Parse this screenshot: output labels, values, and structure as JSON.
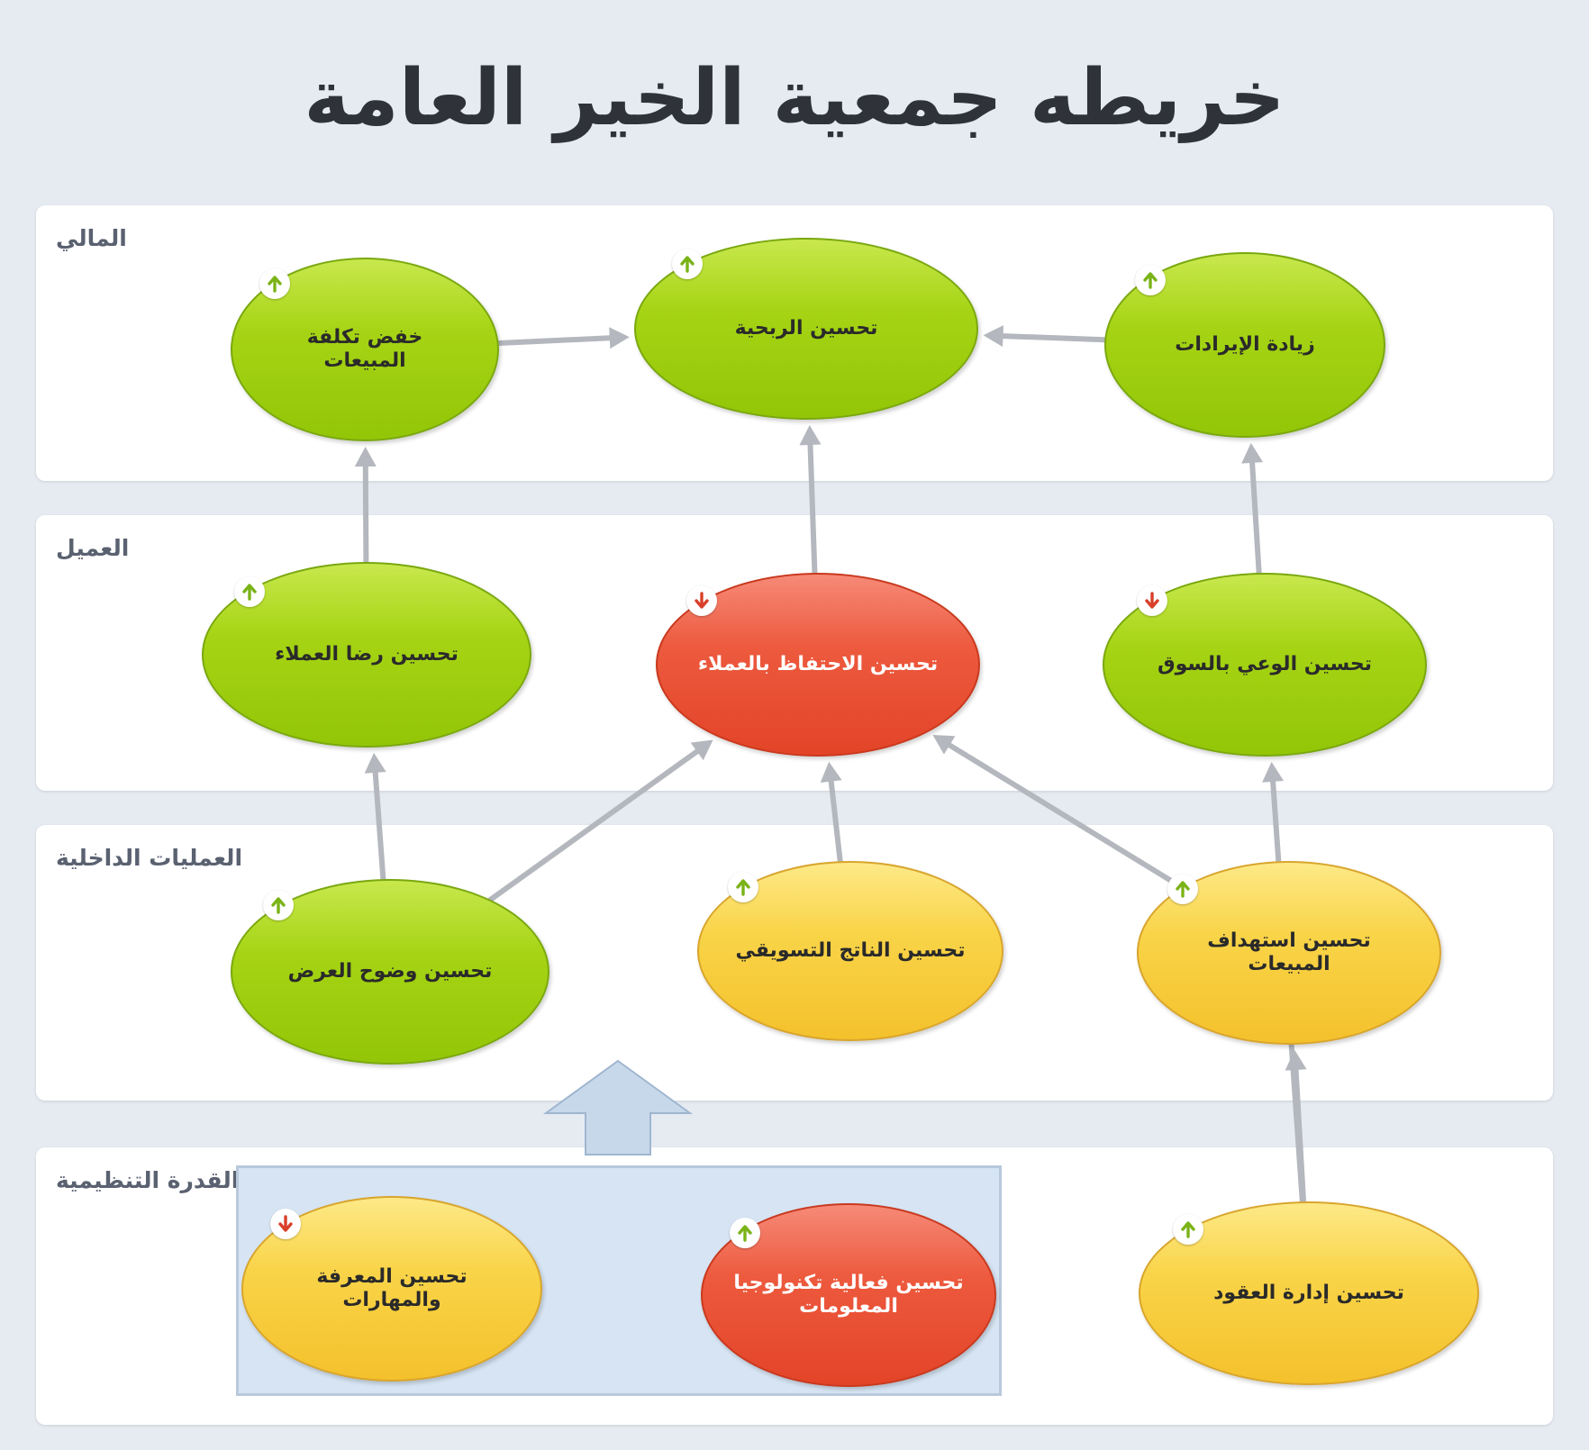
{
  "title": "خريطه جمعية الخير العامة",
  "bands": [
    {
      "label": "المالي"
    },
    {
      "label": "العميل"
    },
    {
      "label": "العمليات الداخلية"
    },
    {
      "label": "القدرة التنظيمية"
    }
  ],
  "nodes": {
    "reduce_sales_cost": {
      "label": "خفض تكلفة المبيعات",
      "status": "green",
      "trend": "up"
    },
    "improve_profitability": {
      "label": "تحسين الربحية",
      "status": "green",
      "trend": "up"
    },
    "increase_revenue": {
      "label": "زيادة الإيرادات",
      "status": "green",
      "trend": "up"
    },
    "customer_satisfaction": {
      "label": "تحسين رضا العملاء",
      "status": "green",
      "trend": "up"
    },
    "customer_retention": {
      "label": "تحسين الاحتفاظ بالعملاء",
      "status": "red",
      "trend": "down"
    },
    "market_awareness": {
      "label": "تحسين الوعي بالسوق",
      "status": "green",
      "trend": "down"
    },
    "offer_clarity": {
      "label": "تحسين وضوح العرض",
      "status": "green",
      "trend": "up"
    },
    "marketing_output": {
      "label": "تحسين الناتج التسويقي",
      "status": "yellow",
      "trend": "up"
    },
    "sales_targeting": {
      "label": "تحسين استهداف المبيعات",
      "status": "yellow",
      "trend": "up"
    },
    "knowledge_skills": {
      "label": "تحسين المعرفة والمهارات",
      "status": "yellow",
      "trend": "down"
    },
    "it_effectiveness": {
      "label": "تحسين فعالية تكنولوجيا المعلومات",
      "status": "red",
      "trend": "up"
    },
    "contract_management": {
      "label": "تحسين إدارة العقود",
      "status": "yellow",
      "trend": "up"
    }
  },
  "links": [
    {
      "from": "reduce_sales_cost",
      "to": "improve_profitability"
    },
    {
      "from": "increase_revenue",
      "to": "improve_profitability"
    },
    {
      "from": "customer_satisfaction",
      "to": "reduce_sales_cost"
    },
    {
      "from": "customer_retention",
      "to": "improve_profitability"
    },
    {
      "from": "market_awareness",
      "to": "increase_revenue"
    },
    {
      "from": "offer_clarity",
      "to": "customer_satisfaction"
    },
    {
      "from": "offer_clarity",
      "to": "customer_retention"
    },
    {
      "from": "marketing_output",
      "to": "customer_retention"
    },
    {
      "from": "sales_targeting",
      "to": "customer_retention"
    },
    {
      "from": "contract_management",
      "to": "sales_targeting"
    },
    {
      "from": "contract_management",
      "to": "market_awareness"
    }
  ],
  "colors": {
    "green": "#a6d414",
    "red": "#e34428",
    "yellow": "#f9d448",
    "trend_up": "#7ab317",
    "trend_down": "#d9402a",
    "connector": "#b4b7bd",
    "group_fill": "#d6e4f3",
    "group_arrow": "#c7d8ea"
  },
  "icons": {
    "trend_up": "arrow-up-icon",
    "trend_down": "arrow-down-icon"
  }
}
